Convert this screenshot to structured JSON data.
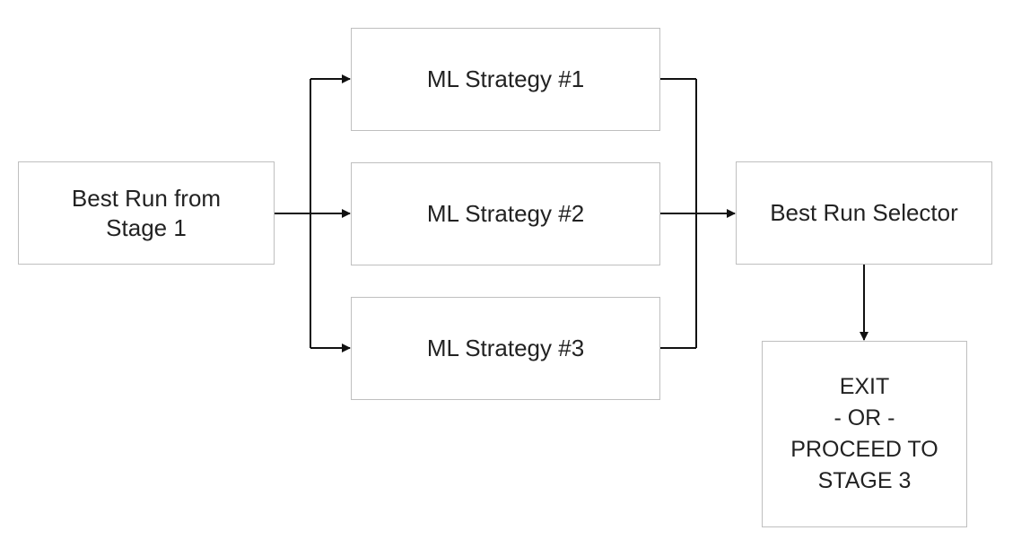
{
  "diagram": {
    "nodes": {
      "stage1": "Best Run from\nStage 1",
      "ml1": "ML Strategy #1",
      "ml2": "ML Strategy #2",
      "ml3": "ML Strategy #3",
      "selector": "Best Run Selector",
      "exit": "EXIT\n- OR -\nPROCEED TO\nSTAGE 3"
    },
    "edges": [
      {
        "from": "stage1",
        "to": "ml1"
      },
      {
        "from": "stage1",
        "to": "ml2"
      },
      {
        "from": "stage1",
        "to": "ml3"
      },
      {
        "from": "ml1",
        "to": "selector"
      },
      {
        "from": "ml2",
        "to": "selector"
      },
      {
        "from": "ml3",
        "to": "selector"
      },
      {
        "from": "selector",
        "to": "exit"
      }
    ],
    "colors": {
      "line": "#111111",
      "box_border": "#bfbfbf",
      "text": "#222222"
    }
  }
}
